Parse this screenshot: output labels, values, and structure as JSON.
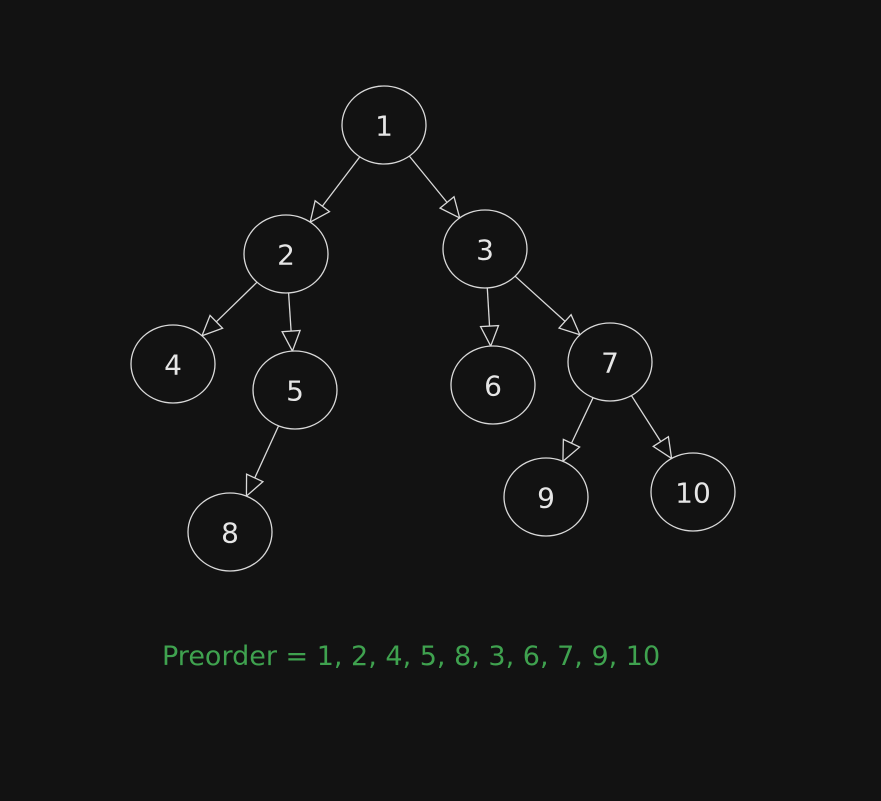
{
  "diagram": {
    "type": "binary-tree",
    "nodes": [
      {
        "id": "n1",
        "label": "1"
      },
      {
        "id": "n2",
        "label": "2"
      },
      {
        "id": "n3",
        "label": "3"
      },
      {
        "id": "n4",
        "label": "4"
      },
      {
        "id": "n5",
        "label": "5"
      },
      {
        "id": "n6",
        "label": "6"
      },
      {
        "id": "n7",
        "label": "7"
      },
      {
        "id": "n8",
        "label": "8"
      },
      {
        "id": "n9",
        "label": "9"
      },
      {
        "id": "n10",
        "label": "10"
      }
    ],
    "edges": [
      {
        "from": "n1",
        "to": "n2"
      },
      {
        "from": "n1",
        "to": "n3"
      },
      {
        "from": "n2",
        "to": "n4"
      },
      {
        "from": "n2",
        "to": "n5"
      },
      {
        "from": "n5",
        "to": "n8"
      },
      {
        "from": "n3",
        "to": "n6"
      },
      {
        "from": "n3",
        "to": "n7"
      },
      {
        "from": "n7",
        "to": "n9"
      },
      {
        "from": "n7",
        "to": "n10"
      }
    ]
  },
  "caption": "Preorder = 1, 2, 4, 5, 8, 3, 6, 7, 9, 10",
  "colors": {
    "background": "#121212",
    "stroke": "#d9d9d9",
    "caption": "#3fa24f"
  }
}
